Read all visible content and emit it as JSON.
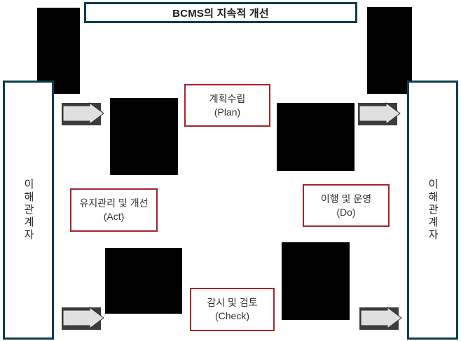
{
  "title": {
    "label": "BCMS의 지속적 개선"
  },
  "stakeholders": {
    "left": "이해관계자",
    "right": "이해관계자"
  },
  "pdca": {
    "plan": {
      "line1": "계획수립",
      "line2": "(Plan)"
    },
    "do": {
      "line1": "이행 및 운영",
      "line2": "(Do)"
    },
    "check": {
      "line1": "감시 및 검토",
      "line2": "(Check)"
    },
    "act": {
      "line1": "유지관리 및 개선",
      "line2": "(Act)"
    }
  },
  "colors": {
    "frame_teal": "#0b3d4d",
    "pdca_red": "#a3242b",
    "block_black": "#000000",
    "arrow_light": "#e0e0e0",
    "arrow_dark": "#3d3d3d"
  },
  "icons": {
    "flow_arrow": "right-arrow"
  }
}
